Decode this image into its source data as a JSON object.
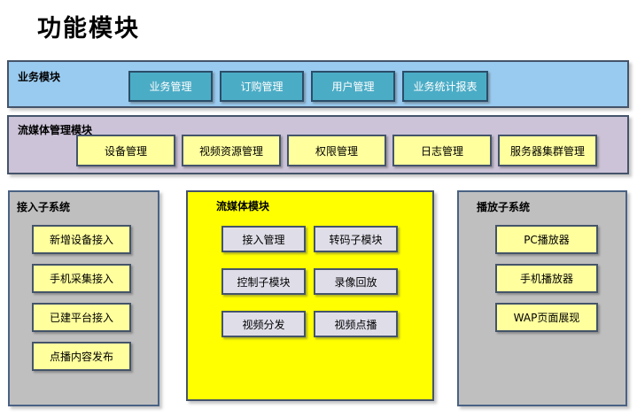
{
  "page": {
    "title": "功能模块"
  },
  "colors": {
    "blue_banner_bg": "#99CAEF",
    "teal_button_bg": "#4BACC6",
    "teal_button_text": "#FFFFFF",
    "purple_banner_bg": "#CCC3D8",
    "gray_panel_bg": "#BFBFBF",
    "yellow_panel_bg": "#FFFF00",
    "yellow_button_bg": "#FFFF9E",
    "lavender_button_bg": "#DFDDE8",
    "panel_border": "#44546A",
    "text_dark": "#000000"
  },
  "business_module": {
    "label": "业务模块",
    "buttons": [
      "业务管理",
      "订购管理",
      "用户管理",
      "业务统计报表"
    ]
  },
  "streaming_mgmt_module": {
    "label": "流媒体管理模块",
    "buttons": [
      "设备管理",
      "视频资源管理",
      "权限管理",
      "日志管理",
      "服务器集群管理"
    ]
  },
  "access_subsystem": {
    "label": "接入子系统",
    "buttons": [
      "新增设备接入",
      "手机采集接入",
      "已建平台接入",
      "点播内容发布"
    ]
  },
  "streaming_module": {
    "label": "流媒体模块",
    "buttons": [
      "接入管理",
      "转码子模块",
      "控制子模块",
      "录像回放",
      "视频分发",
      "视频点播"
    ]
  },
  "player_subsystem": {
    "label": "播放子系统",
    "buttons": [
      "PC播放器",
      "手机播放器",
      "WAP页面展现"
    ]
  }
}
